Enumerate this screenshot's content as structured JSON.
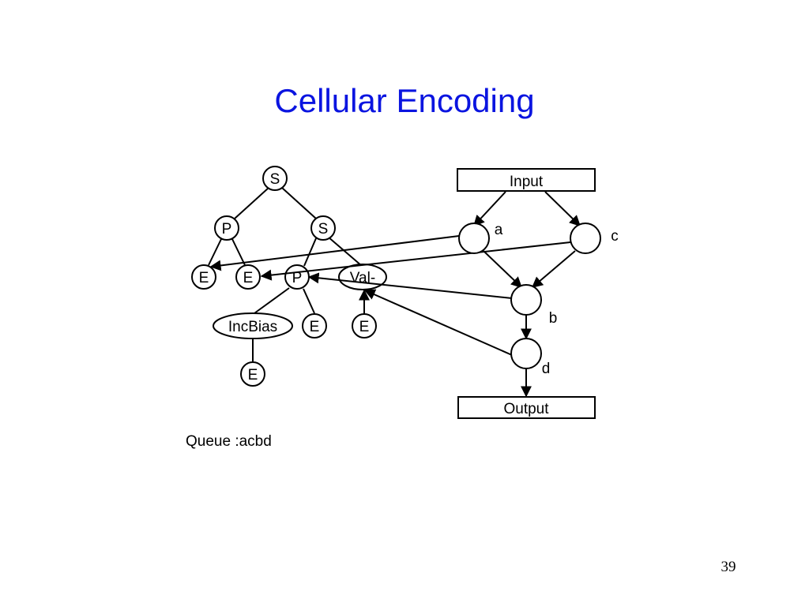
{
  "slide": {
    "title": "Cellular Encoding",
    "page_number": "39",
    "accent_color": "#0a14e0"
  },
  "tree": {
    "root": "S",
    "left_p": "P",
    "right_s": "S",
    "leaf_e1": "E",
    "leaf_e2": "E",
    "mid_p": "P",
    "val": "Val-",
    "incbias": "IncBias",
    "leaf_e3": "E",
    "leaf_e4": "E",
    "leaf_e5": "E"
  },
  "network": {
    "input": "Input",
    "output": "Output",
    "cell_a": "a",
    "cell_c": "c",
    "cell_b": "b",
    "cell_d": "d"
  },
  "queue_text": "Queue :acbd"
}
